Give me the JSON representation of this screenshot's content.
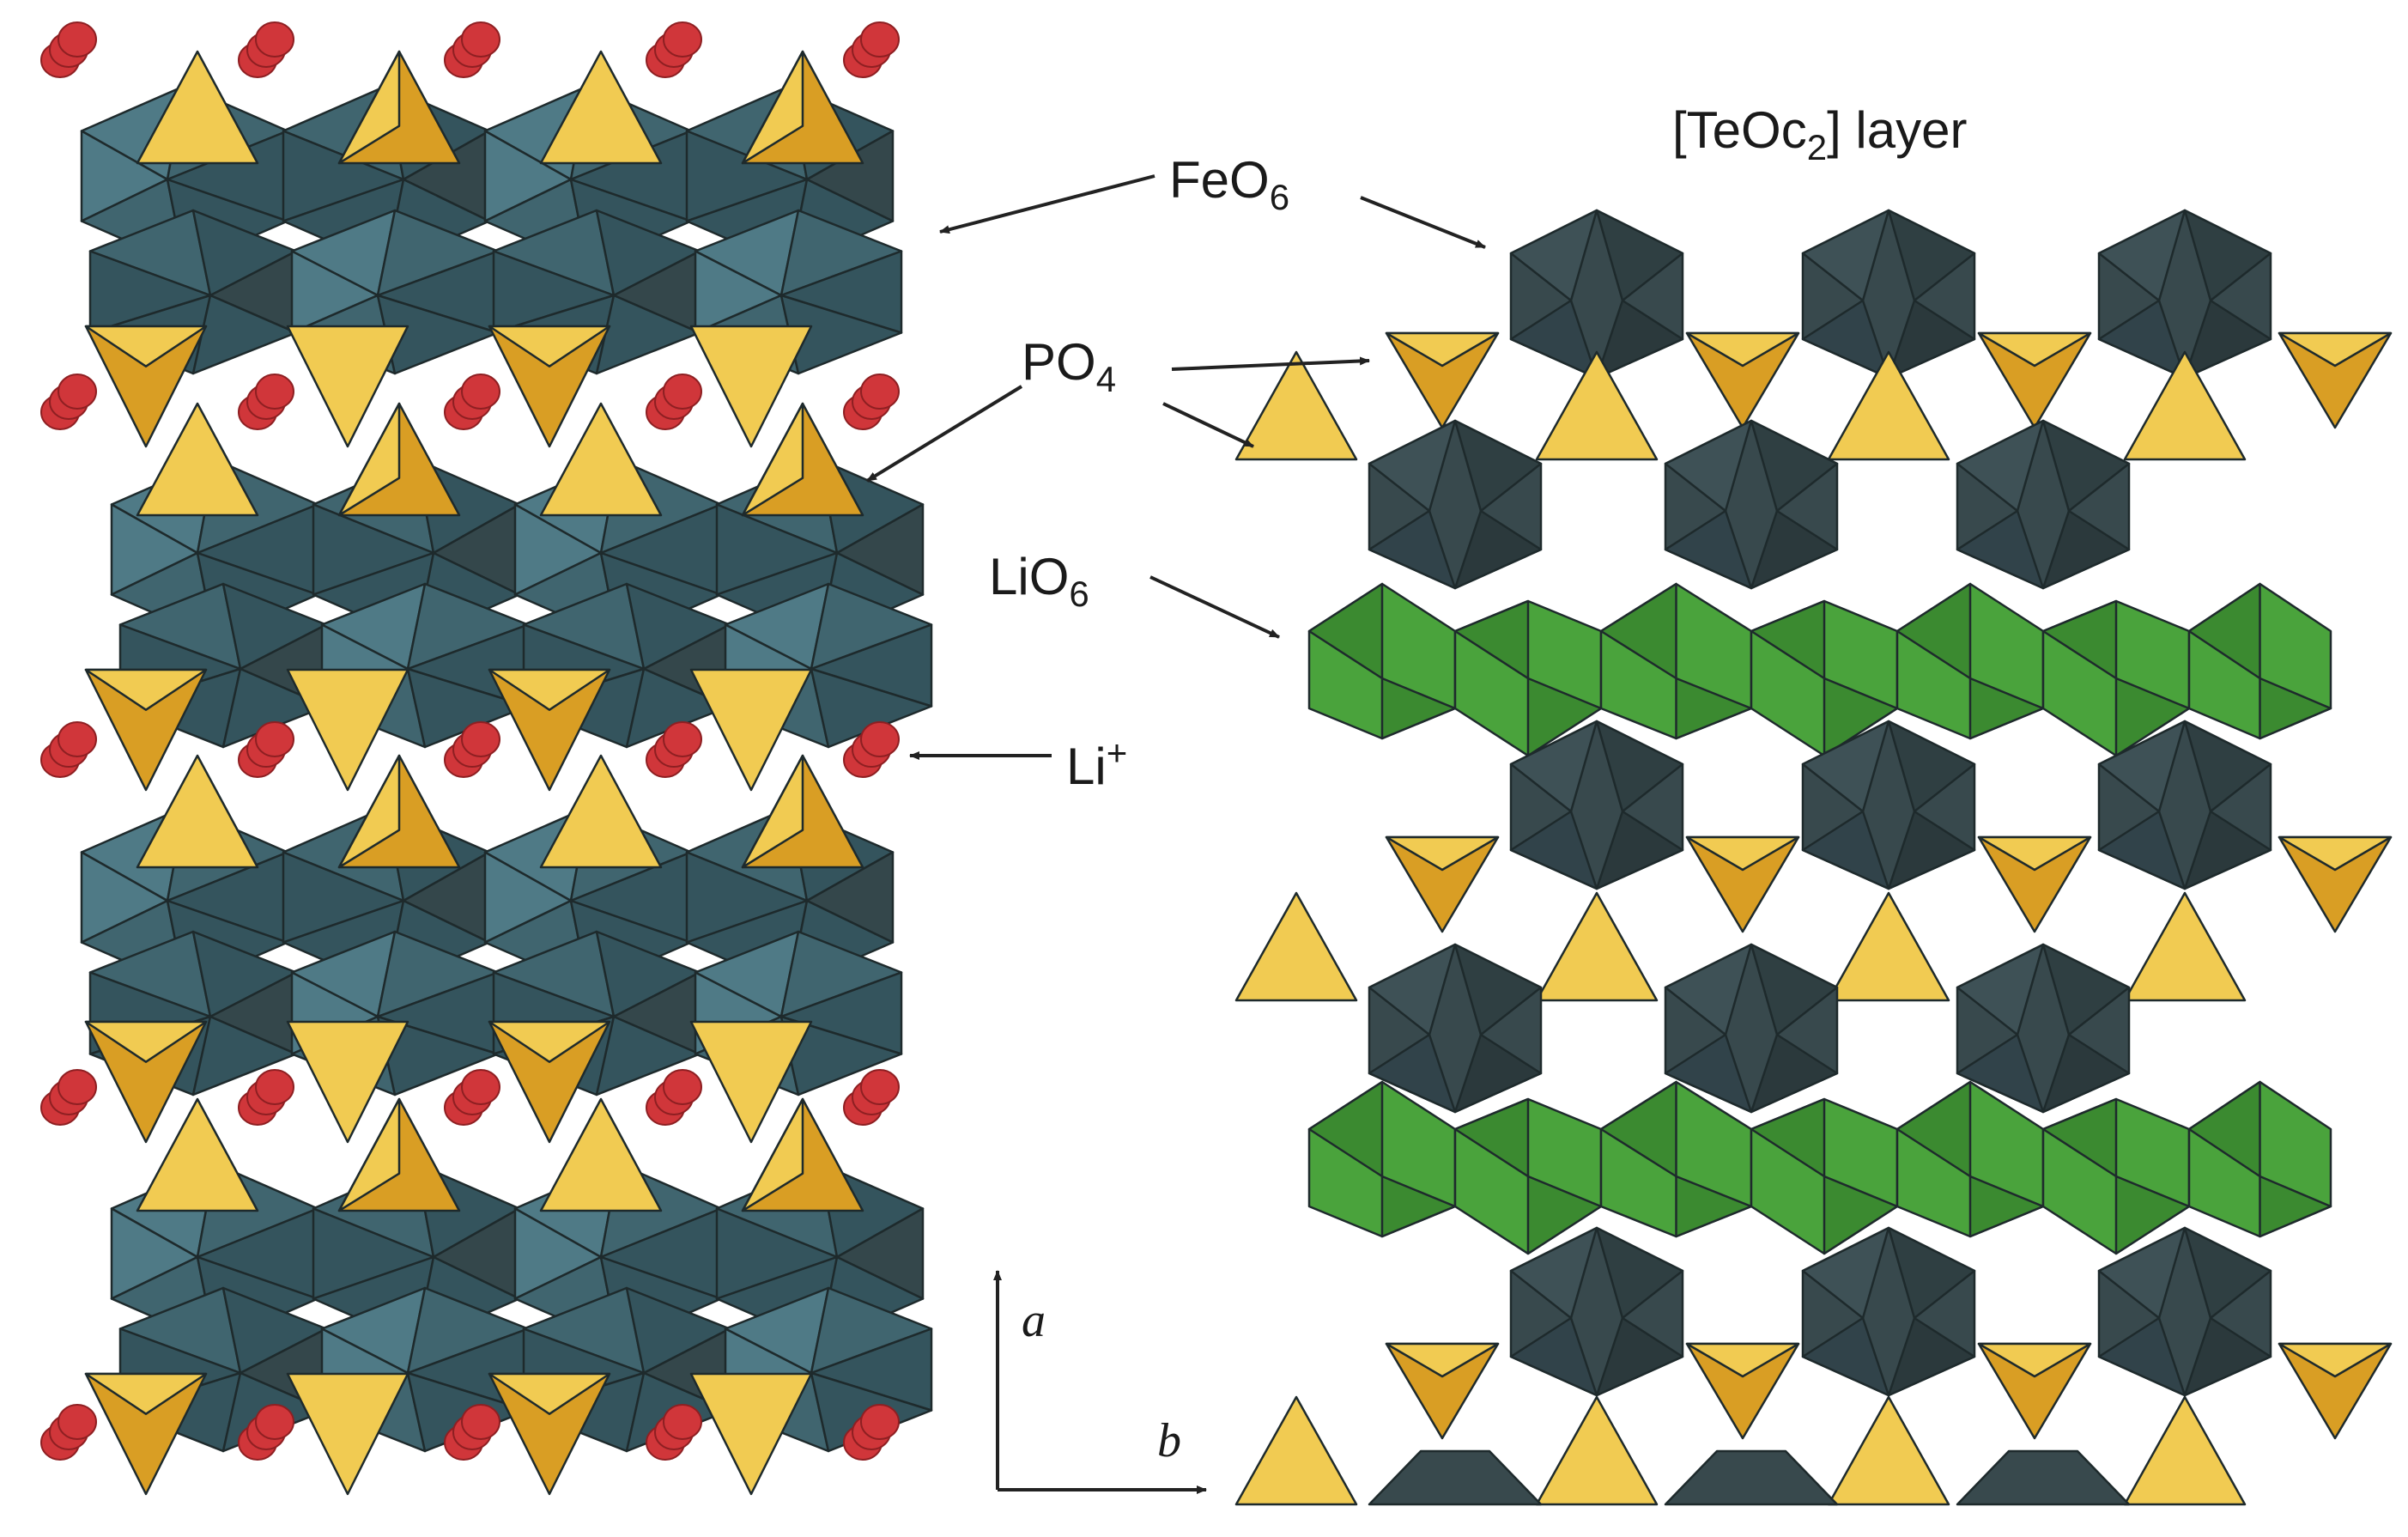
{
  "labels": {
    "feo6_base": "FeO",
    "feo6_sub": "6",
    "po4_base": "PO",
    "po4_sub": "4",
    "lio6_base": "LiO",
    "lio6_sub": "6",
    "li_base": "Li",
    "li_sup": "+",
    "layer_pre": "[TeOc",
    "layer_sub": "2",
    "layer_post": "] layer"
  },
  "axes": {
    "vertical": "a",
    "horizontal": "b"
  },
  "colors": {
    "feo6_light": "#4f7a86",
    "feo6_mid": "#40656f",
    "feo6_dark": "#34545d",
    "feo6_right": "#34474b",
    "po4_light": "#f1cb52",
    "po4_dark": "#d99e24",
    "lio6": "#4aa33c",
    "lio6_dark": "#3b8a30",
    "li_ion": "#d0363a",
    "edge": "#1e2a2c",
    "arrow": "#222222"
  }
}
